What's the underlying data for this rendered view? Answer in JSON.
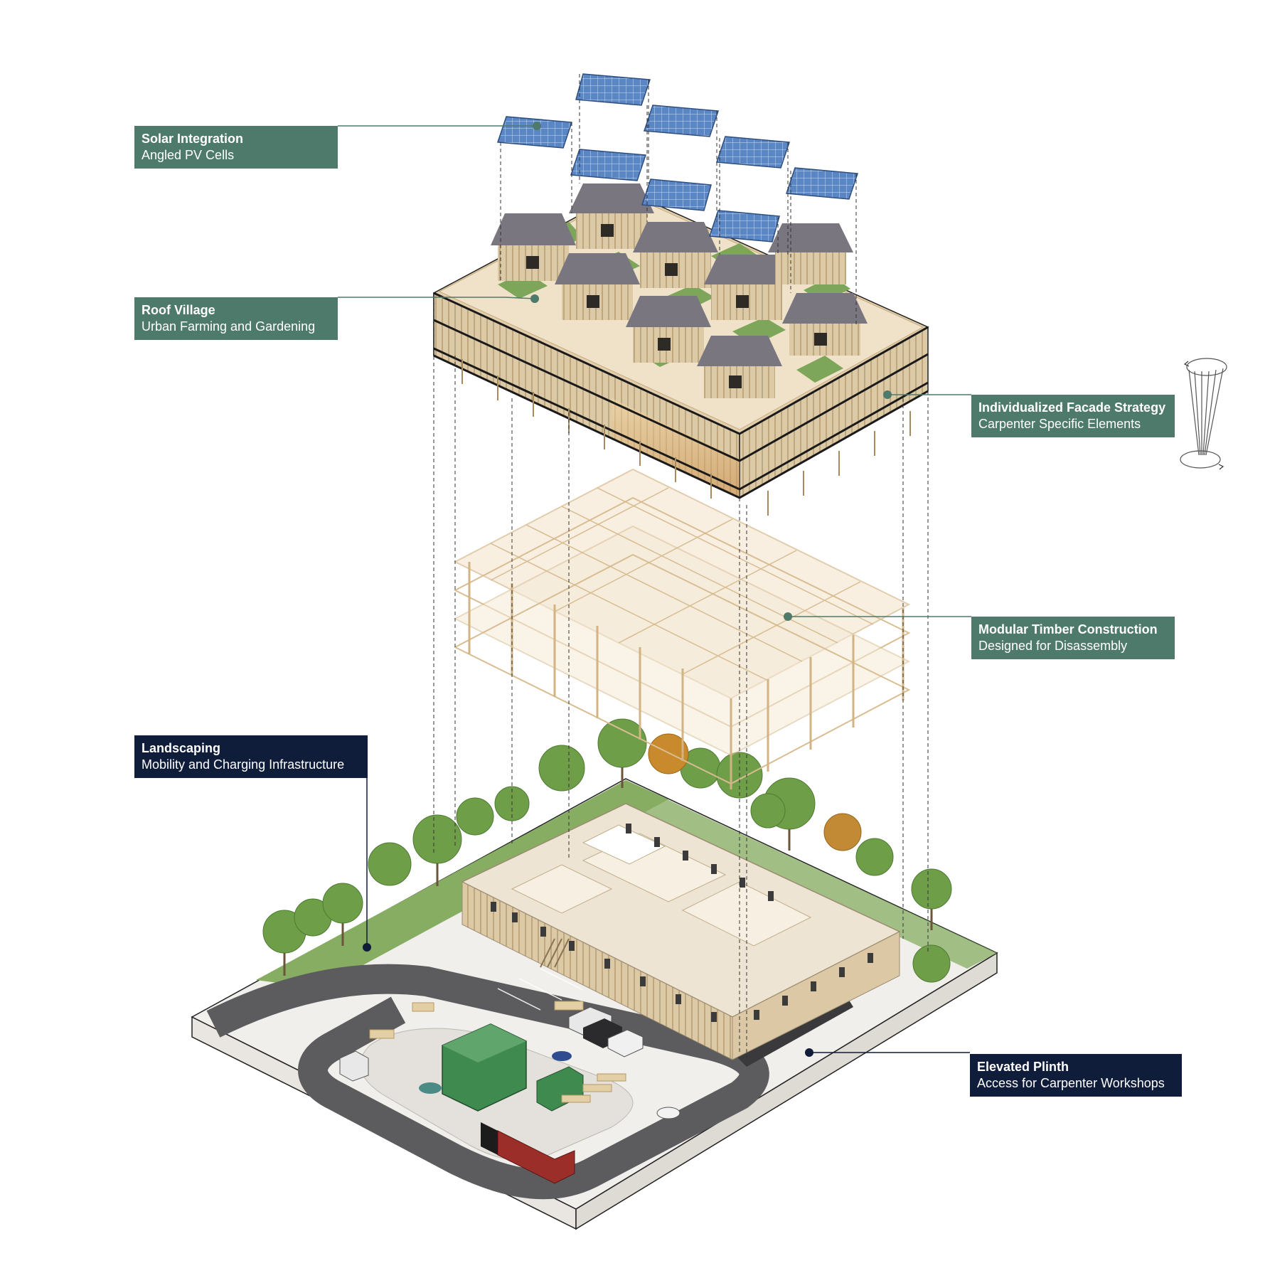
{
  "colors": {
    "green_label": "#4e7a6b",
    "navy_label": "#0f1c3a",
    "timber": "#d9c4a0",
    "roof": "#7a7680",
    "grass": "#7ea65a",
    "solar": "#5b86c4",
    "road": "#5c5c5e",
    "container_red": "#9c2e2a",
    "container_green": "#3f8b4f"
  },
  "labels": {
    "solar": {
      "title": "Solar Integration",
      "subtitle": "Angled PV Cells"
    },
    "roof": {
      "title": "Roof Village",
      "subtitle": "Urban Farming and Gardening"
    },
    "facade": {
      "title": "Individualized Facade Strategy",
      "subtitle": "Carpenter Specific Elements"
    },
    "timber": {
      "title": "Modular Timber Construction",
      "subtitle": "Designed for Disassembly"
    },
    "landscaping": {
      "title": "Landscaping",
      "subtitle": "Mobility and Charging Infrastructure"
    },
    "plinth": {
      "title": "Elevated Plinth",
      "subtitle": "Access for Carpenter Workshops"
    }
  },
  "icons": {
    "rotate": "rotate-view-icon"
  }
}
